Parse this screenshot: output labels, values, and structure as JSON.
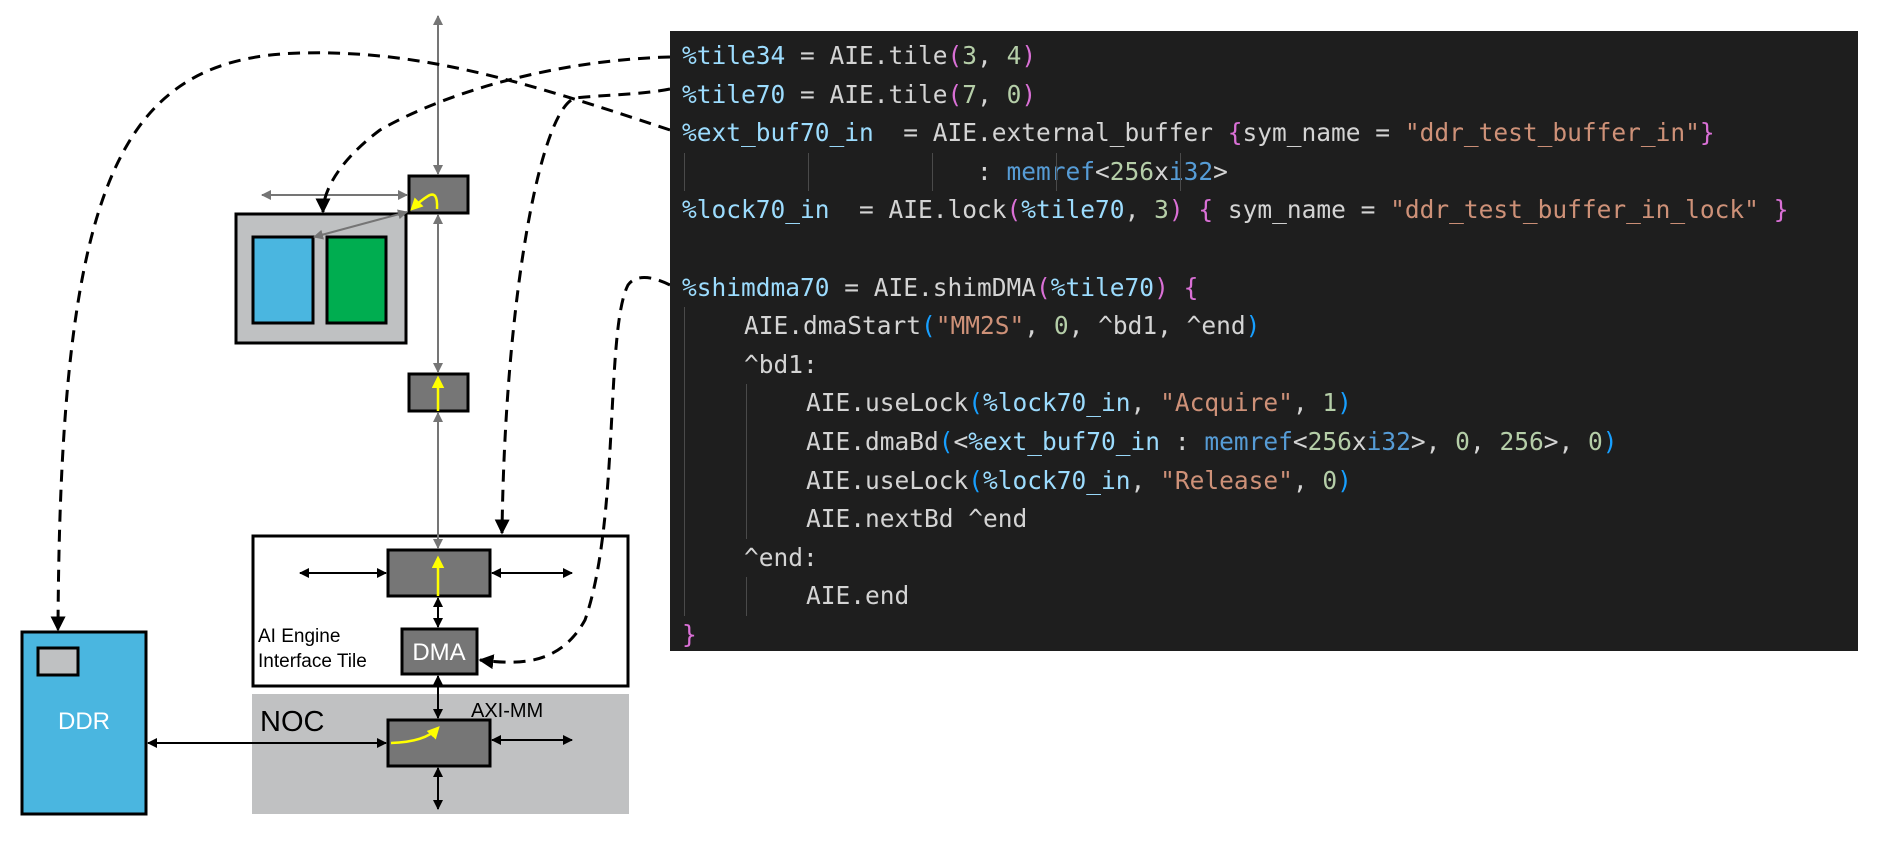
{
  "diagram": {
    "labels": {
      "interface_tile": [
        "AI Engine",
        "Interface Tile"
      ],
      "dma": "DMA",
      "noc": "NOC",
      "axi_mm": "AXI-MM",
      "ddr": "DDR"
    },
    "colors": {
      "switch_box": "#767676",
      "tile_bg": "#bfc1c2",
      "memory_blue": "#4ab6e0",
      "core_green": "#00ad50",
      "ddr_blue": "#4ab6e0",
      "noc_bg": "#c0c1c2",
      "flow_arrow": "#ffff00",
      "stream_arrow": "#757575"
    }
  },
  "code": {
    "background": "#1e1e1e",
    "lines": [
      {
        "indent": 0,
        "tokens": [
          [
            "var",
            "%tile34"
          ],
          [
            "plain",
            " = AIE.tile"
          ],
          [
            "paren1",
            "("
          ],
          [
            "num",
            "3"
          ],
          [
            "plain",
            ", "
          ],
          [
            "num",
            "4"
          ],
          [
            "paren1",
            ")"
          ]
        ]
      },
      {
        "indent": 0,
        "tokens": [
          [
            "var",
            "%tile70"
          ],
          [
            "plain",
            " = AIE.tile"
          ],
          [
            "paren1",
            "("
          ],
          [
            "num",
            "7"
          ],
          [
            "plain",
            ", "
          ],
          [
            "num",
            "0"
          ],
          [
            "paren1",
            ")"
          ]
        ]
      },
      {
        "indent": 0,
        "tokens": [
          [
            "var",
            "%ext_buf70_in"
          ],
          [
            "plain",
            "  = AIE.external_buffer "
          ],
          [
            "brace",
            "{"
          ],
          [
            "plain",
            "sym_name = "
          ],
          [
            "str",
            "\"ddr_test_buffer_in\""
          ],
          [
            "brace",
            "}"
          ]
        ]
      },
      {
        "indent": 0,
        "guides": [
          0,
          1,
          2,
          3,
          4
        ],
        "tokens": [
          [
            "plain",
            "                    : "
          ],
          [
            "type",
            "memref"
          ],
          [
            "plain",
            "<"
          ],
          [
            "num",
            "256"
          ],
          [
            "plain",
            "x"
          ],
          [
            "type",
            "i32"
          ],
          [
            "plain",
            ">"
          ]
        ]
      },
      {
        "indent": 0,
        "tokens": [
          [
            "var",
            "%lock70_in"
          ],
          [
            "plain",
            "  = AIE.lock"
          ],
          [
            "paren1",
            "("
          ],
          [
            "var",
            "%tile70"
          ],
          [
            "plain",
            ", "
          ],
          [
            "num",
            "3"
          ],
          [
            "paren1",
            ")"
          ],
          [
            "plain",
            " "
          ],
          [
            "brace",
            "{"
          ],
          [
            "plain",
            " sym_name = "
          ],
          [
            "str",
            "\"ddr_test_buffer_in_lock\""
          ],
          [
            "plain",
            " "
          ],
          [
            "brace",
            "}"
          ]
        ]
      },
      {
        "indent": 0,
        "tokens": []
      },
      {
        "indent": 0,
        "tokens": [
          [
            "var",
            "%shimdma70"
          ],
          [
            "plain",
            " = AIE.shimDMA"
          ],
          [
            "paren1",
            "("
          ],
          [
            "var",
            "%tile70"
          ],
          [
            "paren1",
            ")"
          ],
          [
            "plain",
            " "
          ],
          [
            "brace",
            "{"
          ]
        ]
      },
      {
        "indent": 1,
        "guides": [
          0
        ],
        "tokens": [
          [
            "plain",
            "AIE.dmaStart"
          ],
          [
            "paren2",
            "("
          ],
          [
            "str",
            "\"MM2S\""
          ],
          [
            "plain",
            ", "
          ],
          [
            "num",
            "0"
          ],
          [
            "plain",
            ", ^bd1, ^end"
          ],
          [
            "paren2",
            ")"
          ]
        ]
      },
      {
        "indent": 1,
        "guides": [
          0
        ],
        "tokens": [
          [
            "plain",
            "^bd1:"
          ]
        ]
      },
      {
        "indent": 2,
        "guides": [
          0,
          1
        ],
        "tokens": [
          [
            "plain",
            "AIE.useLock"
          ],
          [
            "paren2",
            "("
          ],
          [
            "var",
            "%lock70_in"
          ],
          [
            "plain",
            ", "
          ],
          [
            "str",
            "\"Acquire\""
          ],
          [
            "plain",
            ", "
          ],
          [
            "num",
            "1"
          ],
          [
            "paren2",
            ")"
          ]
        ]
      },
      {
        "indent": 2,
        "guides": [
          0,
          1
        ],
        "tokens": [
          [
            "plain",
            "AIE.dmaBd"
          ],
          [
            "paren2",
            "("
          ],
          [
            "plain",
            "<"
          ],
          [
            "var",
            "%ext_buf70_in"
          ],
          [
            "plain",
            " : "
          ],
          [
            "type",
            "memref"
          ],
          [
            "plain",
            "<"
          ],
          [
            "num",
            "256"
          ],
          [
            "plain",
            "x"
          ],
          [
            "type",
            "i32"
          ],
          [
            "plain",
            ">, "
          ],
          [
            "num",
            "0"
          ],
          [
            "plain",
            ", "
          ],
          [
            "num",
            "256"
          ],
          [
            "plain",
            ">, "
          ],
          [
            "num",
            "0"
          ],
          [
            "paren2",
            ")"
          ]
        ]
      },
      {
        "indent": 2,
        "guides": [
          0,
          1
        ],
        "tokens": [
          [
            "plain",
            "AIE.useLock"
          ],
          [
            "paren2",
            "("
          ],
          [
            "var",
            "%lock70_in"
          ],
          [
            "plain",
            ", "
          ],
          [
            "str",
            "\"Release\""
          ],
          [
            "plain",
            ", "
          ],
          [
            "num",
            "0"
          ],
          [
            "paren2",
            ")"
          ]
        ]
      },
      {
        "indent": 2,
        "guides": [
          0,
          1
        ],
        "tokens": [
          [
            "plain",
            "AIE.nextBd ^end"
          ]
        ]
      },
      {
        "indent": 1,
        "guides": [
          0
        ],
        "tokens": [
          [
            "plain",
            "^end:"
          ]
        ]
      },
      {
        "indent": 2,
        "guides": [
          0,
          1
        ],
        "tokens": [
          [
            "plain",
            "AIE.end"
          ]
        ]
      },
      {
        "indent": 0,
        "tokens": [
          [
            "brace",
            "}"
          ]
        ]
      }
    ]
  }
}
